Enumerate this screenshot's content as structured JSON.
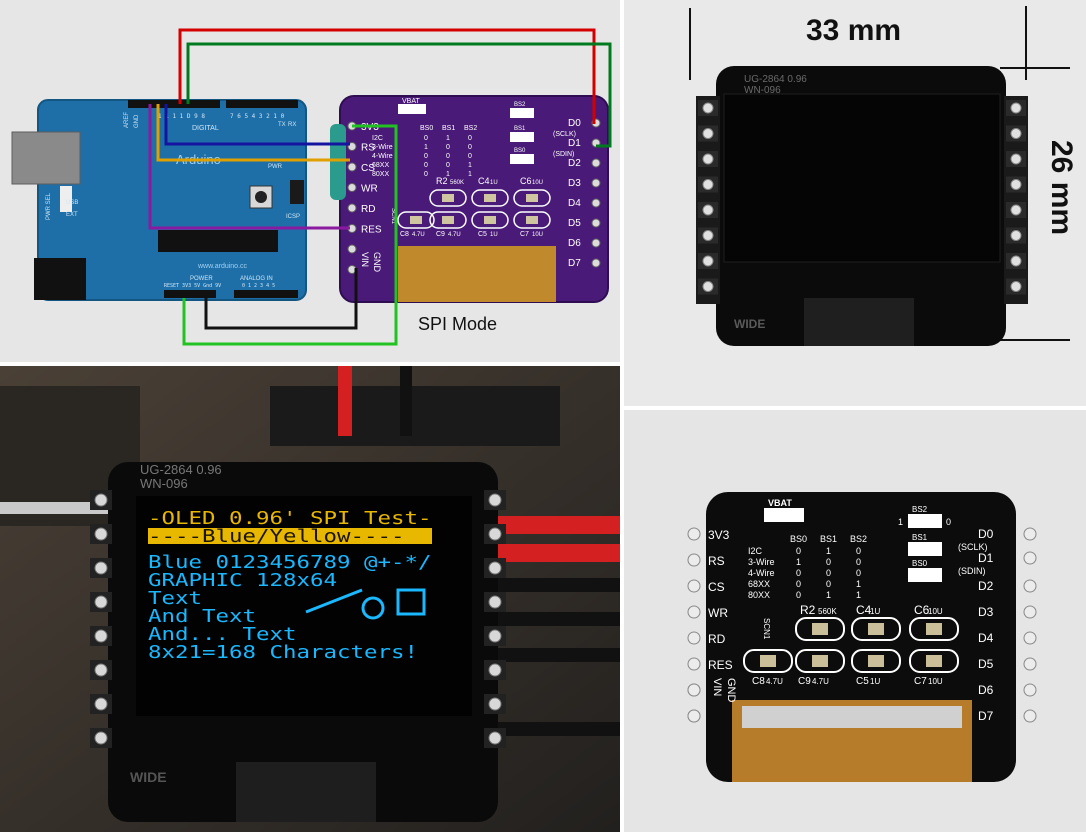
{
  "wiring": {
    "caption": "SPI Mode",
    "arduino": {
      "brand": "Arduino",
      "url": "www.arduino.cc",
      "digital_header": "DIGITAL",
      "digital_numbers": "7 6 5 4 3 2 1 0",
      "upper_numbers": "1 1 1 1 D 9 8",
      "aref_label": "AREF",
      "gnd_label": "GND",
      "tx_label": "TX",
      "rx_label": "RX",
      "pwr_label": "PWR",
      "pwr_sel_label": "PWR SEL",
      "usb_label": "USB",
      "ext_label": "EXT",
      "icsp_label": "ICSP",
      "power_label": "POWER",
      "analog_label": "ANALOG IN",
      "power_pins": "RESET 3V3 5V Gnd 9V",
      "analog_pins": "0 1 2 3 4 5"
    },
    "board": {
      "left_pins": [
        "3V3",
        "RS",
        "CS",
        "WR",
        "RD",
        "RES",
        "VIN",
        "GND"
      ],
      "right_pins": [
        "D0",
        "(SCLK)",
        "D1",
        "(SDIN)",
        "D2",
        "D3",
        "D4",
        "D5",
        "D6",
        "D7"
      ],
      "vbat": "VBAT",
      "bs": [
        "BS2",
        "BS1",
        "BS0"
      ],
      "table_head": [
        "BS0",
        "BS1",
        "BS2"
      ],
      "table_rows": [
        [
          "I2C",
          "0",
          "1",
          "0"
        ],
        [
          "3-Wire",
          "1",
          "0",
          "0"
        ],
        [
          "4-Wire",
          "0",
          "0",
          "0"
        ],
        [
          "68XX",
          "0",
          "0",
          "1"
        ],
        [
          "80XX",
          "0",
          "1",
          "1"
        ]
      ],
      "parts": [
        "R2",
        "560K",
        "C4",
        "1U",
        "C6",
        "10U",
        "C8",
        "4.7U",
        "C9",
        "4.7U",
        "C5",
        "1U",
        "C7",
        "10U"
      ],
      "scn": "SCN1"
    }
  },
  "front": {
    "width_label": "33 mm",
    "height_label": "26 mm",
    "model_line1": "UG-2864 0.96",
    "model_line2": "WN-096",
    "wide_label": "WIDE"
  },
  "live": {
    "model_line1": "UG-2864 0.96",
    "model_line2": "WN-096",
    "wide_label": "WIDE",
    "oled_lines": [
      "-OLED 0.96' SPI Test-",
      "----Blue/Yellow----",
      "Blue 0123456789 @+-*/",
      "GRAPHIC 128x64",
      "Text",
      "And Text",
      "And... Text",
      "8x21=168 Characters!"
    ],
    "colors": {
      "yellow": "#e8b800",
      "blue": "#19b8ff"
    }
  },
  "back": {
    "left_pins": [
      "3V3",
      "RS",
      "CS",
      "WR",
      "RD",
      "RES",
      "VIN",
      "GND"
    ],
    "right_pins": [
      "D0",
      "(SCLK)",
      "D1",
      "(SDIN)",
      "D2",
      "D3",
      "D4",
      "D5",
      "D6",
      "D7"
    ],
    "vbat": "VBAT",
    "bs": [
      "BS2",
      "BS1",
      "BS0"
    ],
    "table_head": [
      "BS0",
      "BS1",
      "BS2"
    ],
    "table_rows": [
      [
        "I2C",
        "0",
        "1",
        "0"
      ],
      [
        "3-Wire",
        "1",
        "0",
        "0"
      ],
      [
        "4-Wire",
        "0",
        "0",
        "0"
      ],
      [
        "68XX",
        "0",
        "0",
        "1"
      ],
      [
        "80XX",
        "0",
        "1",
        "1"
      ]
    ],
    "parts": [
      "R2",
      "560K",
      "C4",
      "1U",
      "C6",
      "10U",
      "C8",
      "4.7U",
      "C9",
      "4.7U",
      "C5",
      "1U",
      "C7",
      "10U"
    ],
    "scn": "SCN1",
    "one_label": "1",
    "zero_label": "0"
  }
}
